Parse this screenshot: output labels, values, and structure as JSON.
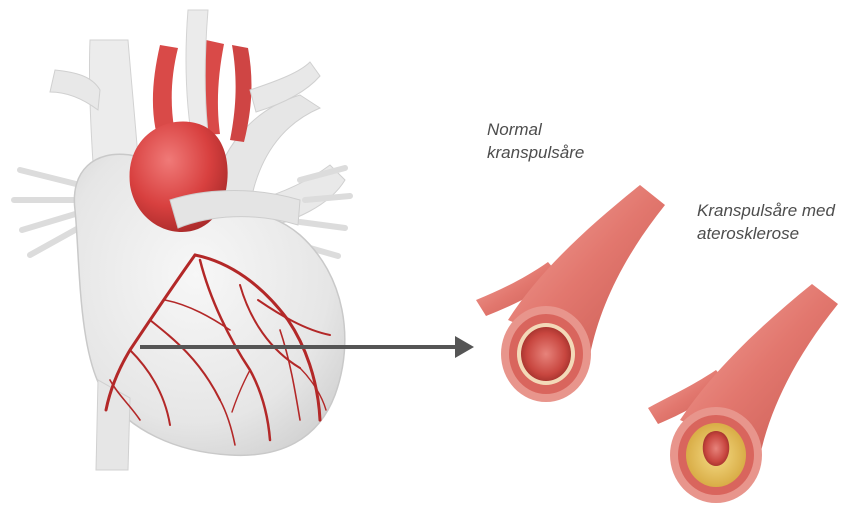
{
  "labels": {
    "normal_artery": [
      "Normal",
      "kranspulsåre"
    ],
    "atherosclerotic_artery": [
      "Kranspulsåre med",
      "aterosklerose"
    ]
  },
  "colors": {
    "arrow": "#555555",
    "artery_outer": "#e58c84",
    "artery_wall": "#d9655d",
    "artery_dark": "#b8443e",
    "lumen": "#c9463f",
    "plaque": "#e8c45c",
    "heart_body": "#ebebeb",
    "heart_shadow": "#d6d6d6",
    "aorta": "#d9403f",
    "vessels": "#b32828",
    "caption_text": "#4d4d4d"
  }
}
